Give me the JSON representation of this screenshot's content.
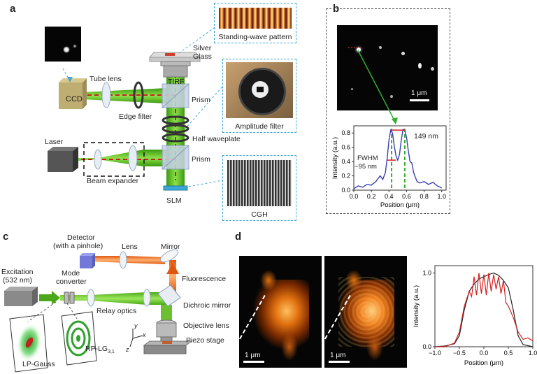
{
  "panels": {
    "a": "a",
    "b": "b",
    "c": "c",
    "d": "d"
  },
  "panel_a": {
    "standing_wave_caption": "Standing-wave pattern",
    "silver": "Silver",
    "glass": "Glass",
    "tirf": "TIRF",
    "prism_top": "Prism",
    "prism_bottom": "Prism",
    "tube_lens": "Tube lens",
    "ccd": "CCD",
    "edge_filter": "Edge filter",
    "amplitude_filter": "Amplitude filter",
    "half_waveplate": "Half waveplate",
    "laser": "Laser",
    "beam_expander": "Beam expander",
    "slm": "SLM",
    "cgh": "CGH"
  },
  "panel_b": {
    "scale": "1 μm",
    "annotation_149": "149 nm",
    "fwhm_line1": "FWHM",
    "fwhm_line2": "~95 nm",
    "chart_data": {
      "type": "line",
      "xlabel": "Position (μm)",
      "ylabel": "Intensity (a.u.)",
      "xlim": [
        0.0,
        1.05
      ],
      "ylim": [
        0.0,
        0.9
      ],
      "xticks": [
        "0.0",
        "0.2",
        "0.4",
        "0.6",
        "0.8",
        "1.0"
      ],
      "yticks": [
        "0.0",
        "0.2",
        "0.4",
        "0.6",
        "0.8"
      ],
      "x": [
        0.0,
        0.05,
        0.1,
        0.15,
        0.2,
        0.25,
        0.3,
        0.33,
        0.36,
        0.38,
        0.4,
        0.42,
        0.44,
        0.46,
        0.48,
        0.5,
        0.52,
        0.54,
        0.56,
        0.58,
        0.6,
        0.62,
        0.64,
        0.66,
        0.68,
        0.7,
        0.72,
        0.75,
        0.8,
        0.85,
        0.9,
        0.95,
        1.0
      ],
      "y": [
        0.02,
        0.06,
        0.04,
        0.08,
        0.07,
        0.12,
        0.2,
        0.15,
        0.25,
        0.45,
        0.7,
        0.84,
        0.8,
        0.62,
        0.48,
        0.42,
        0.5,
        0.7,
        0.85,
        0.84,
        0.74,
        0.55,
        0.4,
        0.38,
        0.25,
        0.18,
        0.12,
        0.1,
        0.12,
        0.08,
        0.11,
        0.06,
        0.03
      ]
    }
  },
  "panel_c": {
    "detector_line1": "Detector",
    "detector_line2": "(with a pinhole)",
    "lens": "Lens",
    "mirror": "Mirror",
    "excitation_line1": "Excitation",
    "excitation_line2": "(532 nm)",
    "mode_converter_line1": "Mode",
    "mode_converter_line2": "converter",
    "fluorescence": "Fluorescence",
    "relay_optics": "Relay optics",
    "dichroic_mirror": "Dichroic mirror",
    "objective_lens": "Objective lens",
    "piezo_stage": "Piezo stage",
    "lp_gauss": "LP-Gauss",
    "rp_lg": "RP-LG",
    "rp_lg_sub": "3,1",
    "axis_y": "y",
    "axis_x": "x",
    "axis_z": "z"
  },
  "panel_d": {
    "scale_left": "1 μm",
    "scale_right": "1 μm",
    "chart_data": {
      "type": "line",
      "xlabel": "Position (μm)",
      "ylabel": "Intensity (a.u.)",
      "xlim": [
        -1.0,
        1.0
      ],
      "ylim": [
        0.0,
        1.1
      ],
      "xticks": [
        "−1.0",
        "−0.5",
        "0.0",
        "0.5",
        "1.0"
      ],
      "yticks": [
        "0.0",
        "1.0"
      ],
      "series": [
        {
          "color": "#222222",
          "x": [
            -1.0,
            -0.8,
            -0.6,
            -0.5,
            -0.4,
            -0.3,
            -0.2,
            -0.1,
            0.0,
            0.1,
            0.2,
            0.3,
            0.4,
            0.5,
            0.6,
            0.7,
            0.8,
            1.0
          ],
          "y": [
            0.0,
            0.01,
            0.04,
            0.15,
            0.5,
            0.75,
            0.85,
            0.92,
            0.95,
            0.98,
            1.0,
            0.97,
            0.9,
            0.8,
            0.5,
            0.15,
            0.03,
            0.0
          ]
        },
        {
          "color": "#d42020",
          "x": [
            -1.0,
            -0.8,
            -0.6,
            -0.5,
            -0.4,
            -0.3,
            -0.25,
            -0.2,
            -0.15,
            -0.1,
            -0.05,
            0.0,
            0.05,
            0.1,
            0.15,
            0.2,
            0.25,
            0.3,
            0.35,
            0.4,
            0.45,
            0.5,
            0.6,
            0.7,
            0.8,
            0.9,
            1.0
          ],
          "y": [
            0.0,
            0.0,
            0.05,
            0.2,
            0.55,
            0.75,
            0.68,
            0.95,
            0.7,
            1.0,
            0.72,
            0.98,
            0.7,
            1.0,
            0.75,
            0.98,
            0.78,
            0.95,
            0.72,
            0.9,
            0.6,
            0.55,
            0.4,
            0.2,
            0.1,
            0.12,
            0.08
          ]
        }
      ]
    }
  }
}
